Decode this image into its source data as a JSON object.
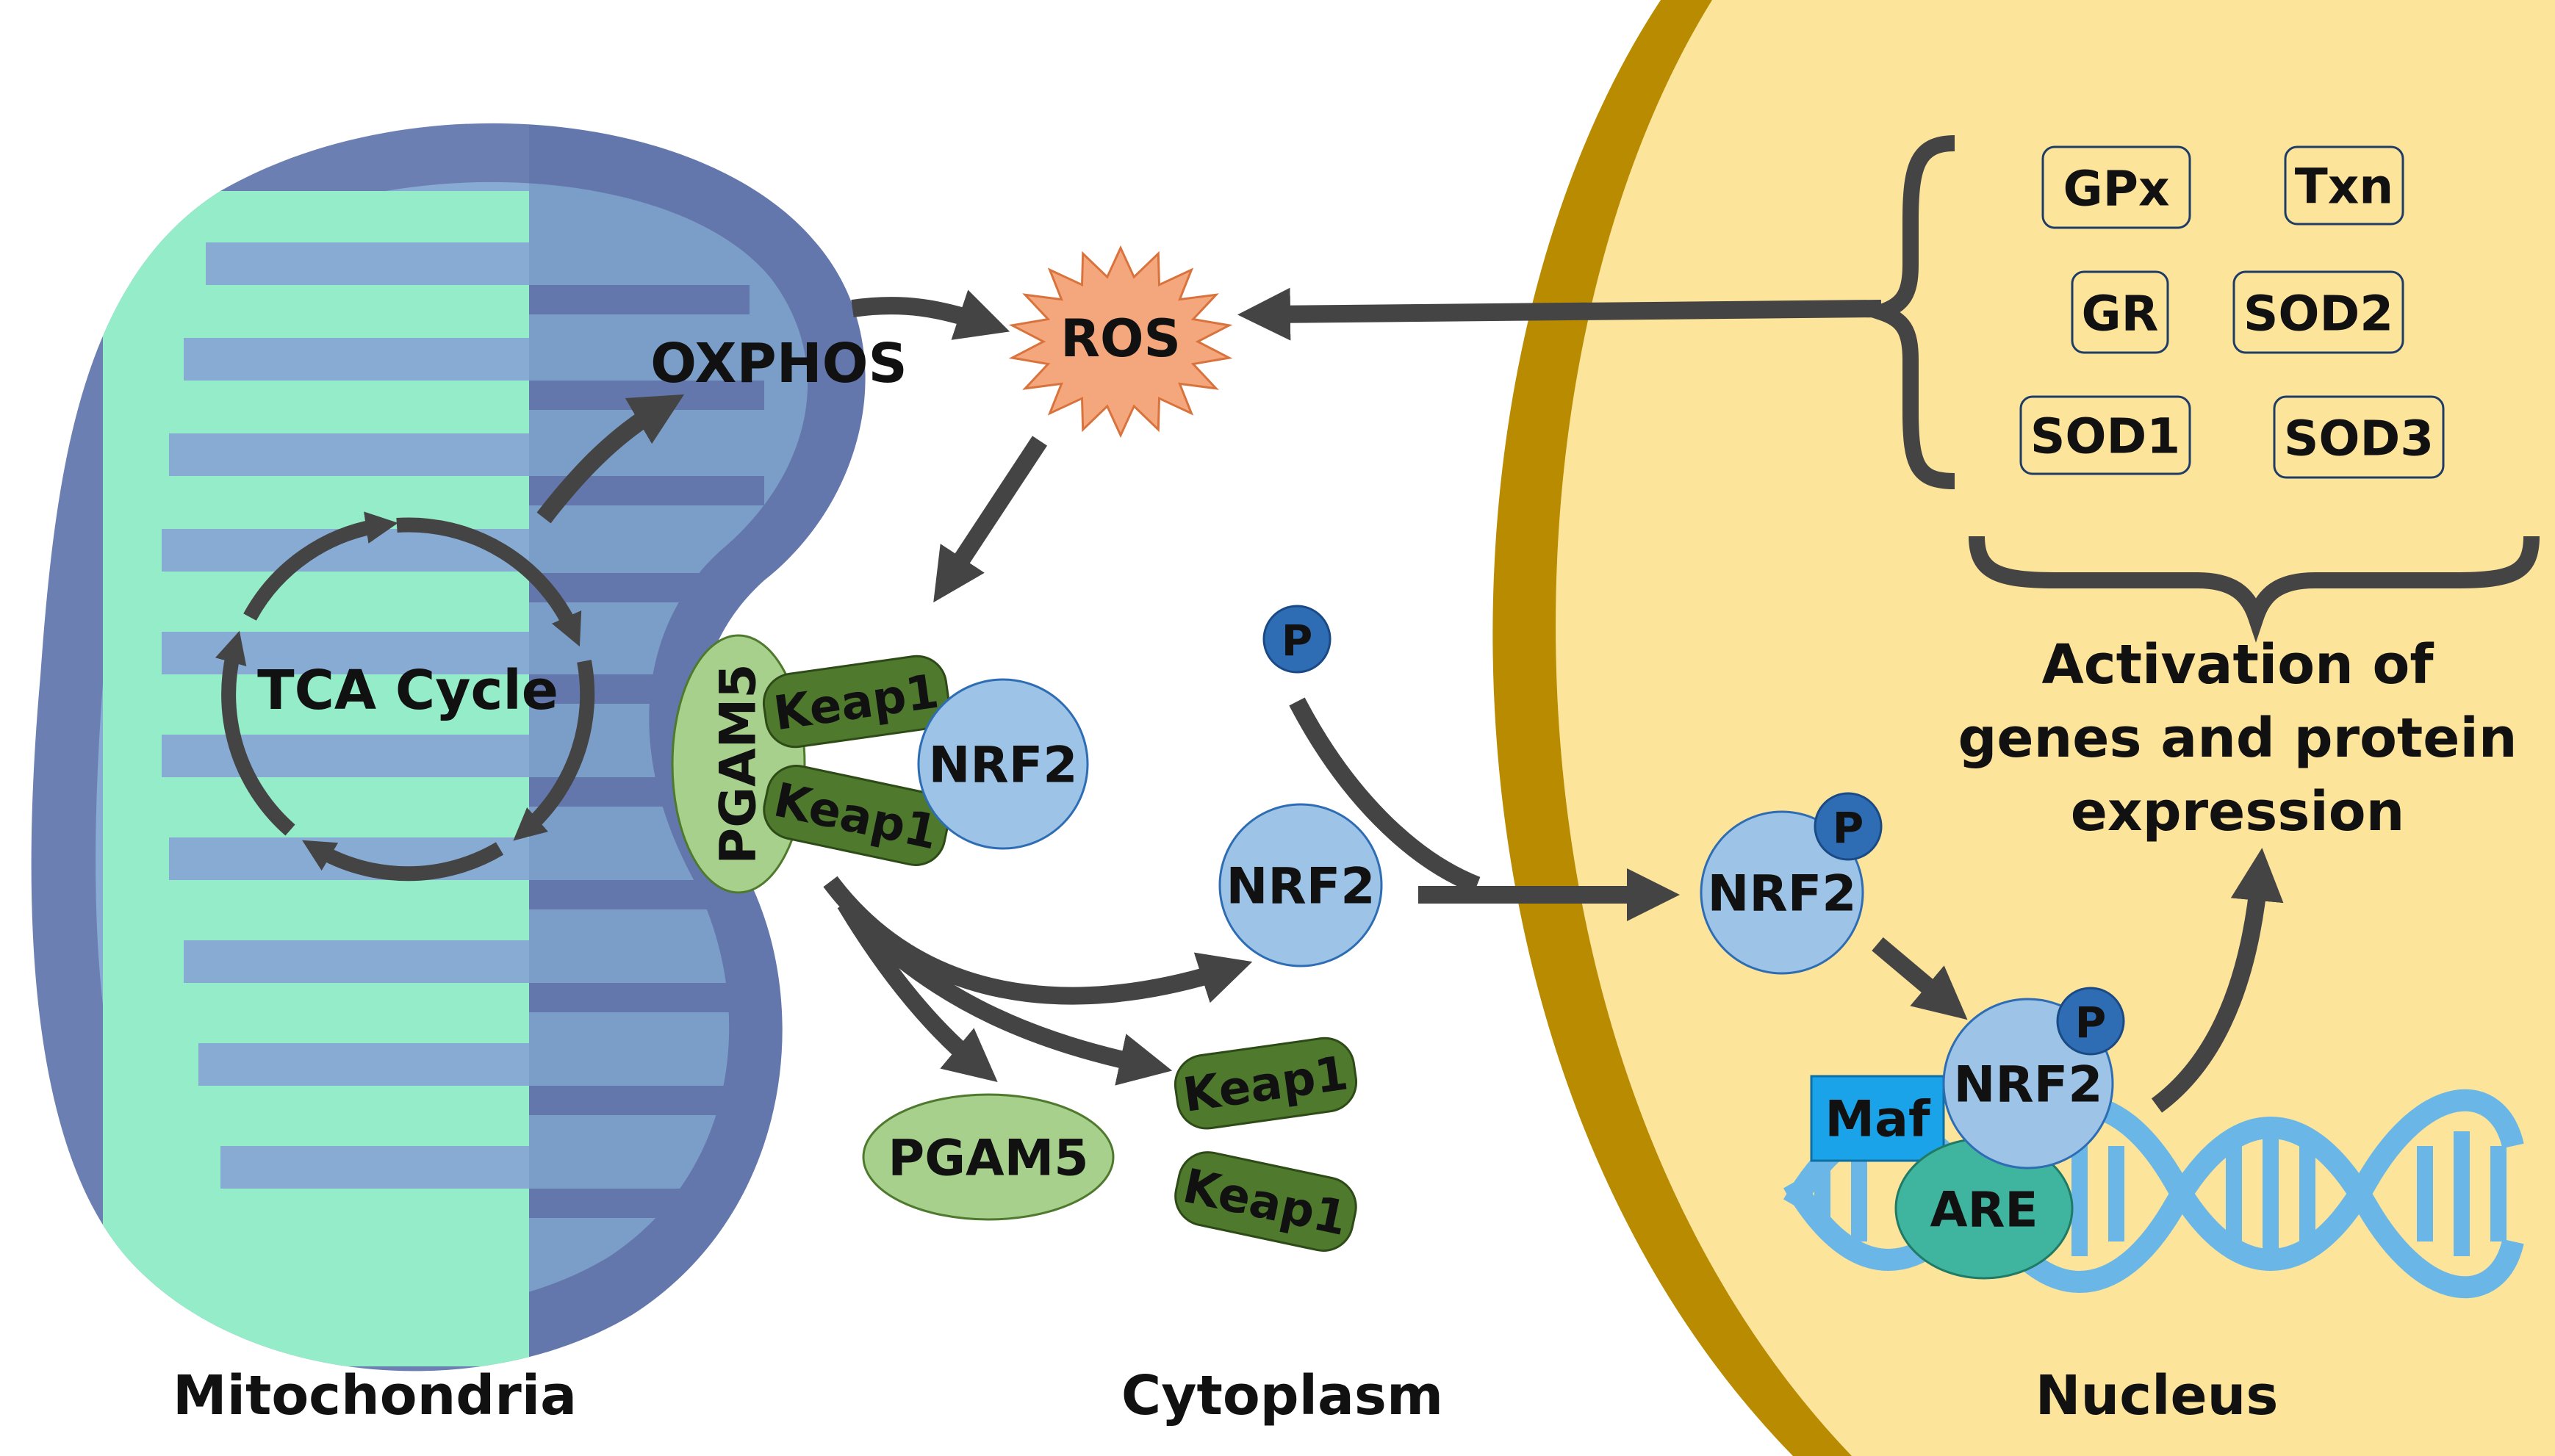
{
  "labels": {
    "mitochondria": "Mitochondria",
    "cytoplasm": "Cytoplasm",
    "nucleus": "Nucleus",
    "tca_cycle": "TCA Cycle",
    "oxphos": "OXPHOS",
    "ros": "ROS",
    "activation": [
      "Activation of",
      "genes and protein",
      "expression"
    ]
  },
  "complex": {
    "pgam5": "PGAM5",
    "keap1_top": "Keap1",
    "keap1_bottom": "Keap1",
    "nrf2": "NRF2"
  },
  "cytoplasm_items": {
    "phosphate": "P",
    "nrf2_free": "NRF2",
    "pgam5_free": "PGAM5",
    "keap1_free_1": "Keap1",
    "keap1_free_2": "Keap1"
  },
  "nucleus_items": {
    "nrf2_p": "NRF2",
    "p_1": "P",
    "nrf2_bound": "NRF2",
    "p_2": "P",
    "maf": "Maf",
    "are": "ARE"
  },
  "genes": [
    "GPx",
    "Txn",
    "GR",
    "SOD2",
    "SOD1",
    "SOD3"
  ],
  "colors": {
    "mito_dark": "#6b7fb3",
    "mito_light": "#87abd3",
    "cristae_green": "#94ecc9",
    "ros": "#f4a77c",
    "keap1": "#4f7a2e",
    "pgam5": "#a7d08c",
    "nrf2": "#9dc3e6",
    "phosphate": "#2e6db4",
    "maf": "#1aa3e8",
    "are": "#3fb49e",
    "dna": "#6ab7e7",
    "nucleus_fill": "#fde49b",
    "nucleus_border": "#b98b00",
    "arrow": "#444444"
  }
}
